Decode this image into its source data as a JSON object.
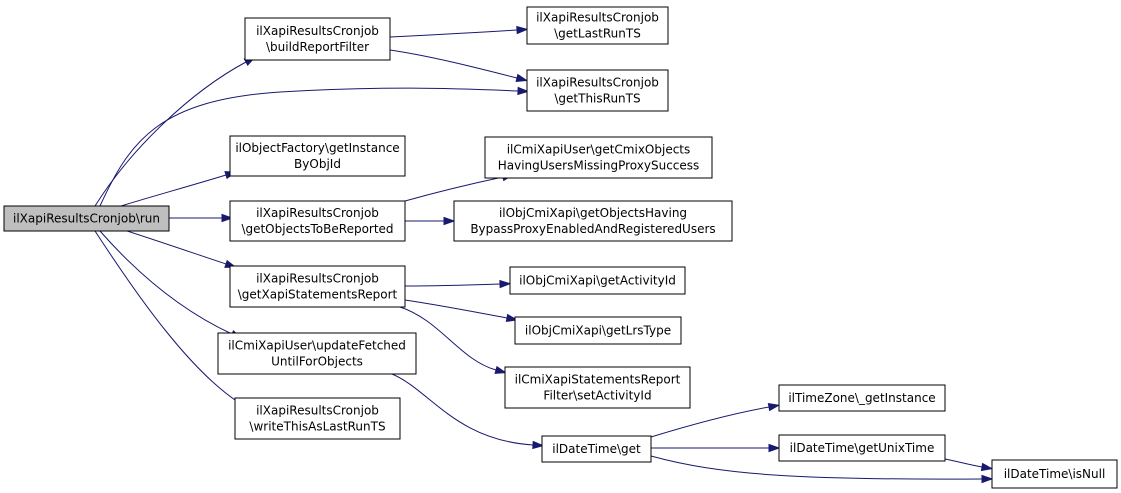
{
  "graph": {
    "root": "run",
    "colors": {
      "edge": "#191970",
      "root_fill": "#bfbfbf",
      "node_fill": "#ffffff",
      "border": "#000000"
    },
    "nodes": [
      {
        "id": "run",
        "lines": [
          "ilXapiResultsCronjob\\run"
        ]
      },
      {
        "id": "buildReportFilter",
        "lines": [
          "ilXapiResultsCronjob",
          "\\buildReportFilter"
        ]
      },
      {
        "id": "getLastRunTS",
        "lines": [
          "ilXapiResultsCronjob",
          "\\getLastRunTS"
        ]
      },
      {
        "id": "getThisRunTS",
        "lines": [
          "ilXapiResultsCronjob",
          "\\getThisRunTS"
        ]
      },
      {
        "id": "getInstanceByObjId",
        "lines": [
          "ilObjectFactory\\getInstance",
          "ByObjId"
        ]
      },
      {
        "id": "getObjectsToBeReported",
        "lines": [
          "ilXapiResultsCronjob",
          "\\getObjectsToBeReported"
        ]
      },
      {
        "id": "getCmixObjectsHavingUsersMissingProxySuccess",
        "lines": [
          "ilCmiXapiUser\\getCmixObjects",
          "HavingUsersMissingProxySuccess"
        ]
      },
      {
        "id": "getObjectsHavingBypassProxyEnabledAndRegisteredUsers",
        "lines": [
          "ilObjCmiXapi\\getObjectsHaving",
          "BypassProxyEnabledAndRegisteredUsers"
        ]
      },
      {
        "id": "getXapiStatementsReport",
        "lines": [
          "ilXapiResultsCronjob",
          "\\getXapiStatementsReport"
        ]
      },
      {
        "id": "getActivityId",
        "lines": [
          "ilObjCmiXapi\\getActivityId"
        ]
      },
      {
        "id": "getLrsType",
        "lines": [
          "ilObjCmiXapi\\getLrsType"
        ]
      },
      {
        "id": "setActivityId",
        "lines": [
          "ilCmiXapiStatementsReport",
          "Filter\\setActivityId"
        ]
      },
      {
        "id": "updateFetchedUntilForObjects",
        "lines": [
          "ilCmiXapiUser\\updateFetched",
          "UntilForObjects"
        ]
      },
      {
        "id": "writeThisAsLastRunTS",
        "lines": [
          "ilXapiResultsCronjob",
          "\\writeThisAsLastRunTS"
        ]
      },
      {
        "id": "dtGet",
        "lines": [
          "ilDateTime\\get"
        ]
      },
      {
        "id": "tzGetInstance",
        "lines": [
          "ilTimeZone\\_getInstance"
        ]
      },
      {
        "id": "getUnixTime",
        "lines": [
          "ilDateTime\\getUnixTime"
        ]
      },
      {
        "id": "isNull",
        "lines": [
          "ilDateTime\\isNull"
        ]
      }
    ],
    "edges": [
      [
        "run",
        "buildReportFilter"
      ],
      [
        "run",
        "getThisRunTS"
      ],
      [
        "run",
        "getInstanceByObjId"
      ],
      [
        "run",
        "getObjectsToBeReported"
      ],
      [
        "run",
        "getXapiStatementsReport"
      ],
      [
        "run",
        "updateFetchedUntilForObjects"
      ],
      [
        "run",
        "writeThisAsLastRunTS"
      ],
      [
        "buildReportFilter",
        "getLastRunTS"
      ],
      [
        "buildReportFilter",
        "getThisRunTS"
      ],
      [
        "getObjectsToBeReported",
        "getCmixObjectsHavingUsersMissingProxySuccess"
      ],
      [
        "getObjectsToBeReported",
        "getObjectsHavingBypassProxyEnabledAndRegisteredUsers"
      ],
      [
        "getXapiStatementsReport",
        "getActivityId"
      ],
      [
        "getXapiStatementsReport",
        "getLrsType"
      ],
      [
        "getXapiStatementsReport",
        "setActivityId"
      ],
      [
        "updateFetchedUntilForObjects",
        "dtGet"
      ],
      [
        "dtGet",
        "tzGetInstance"
      ],
      [
        "dtGet",
        "getUnixTime"
      ],
      [
        "dtGet",
        "isNull"
      ],
      [
        "getUnixTime",
        "isNull"
      ]
    ]
  }
}
